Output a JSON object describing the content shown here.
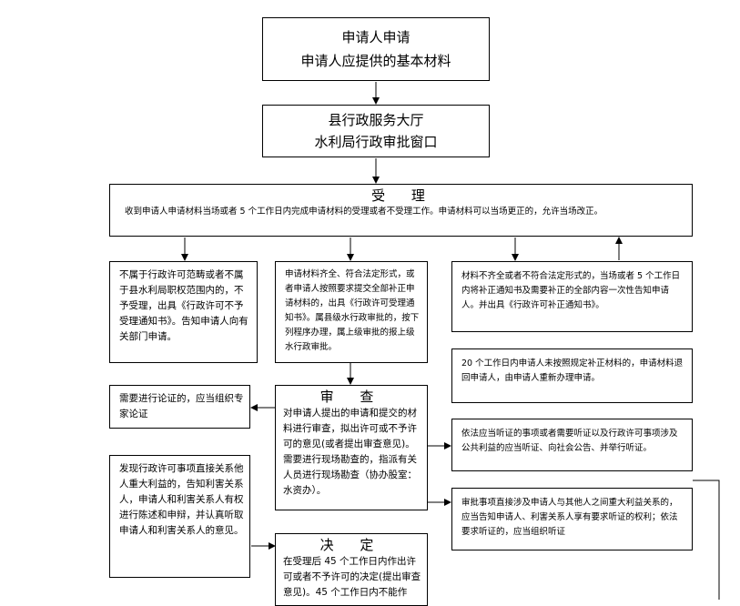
{
  "apply": {
    "line1": "申请人申请",
    "line2": "申请人应提供的基本材料"
  },
  "hall": {
    "line1": "县行政服务大厅",
    "line2": "水利局行政审批窗口"
  },
  "accept": {
    "title": "受 理",
    "text": "收到申请人申请材料当场或者 5 个工作日内完成申请材料的受理或者不受理工作。申请材料可以当场更正的，允许当场改正。"
  },
  "not_in_scope": {
    "text": "不属于行政许可范畴或者不属于县水利局职权范围内的，不予受理，出具《行政许可不予受理通知书》。告知申请人向有关部门申请。"
  },
  "complete": {
    "text": "申请材料齐全、符合法定形式，或者申请人按照要求提交全部补正申请材料的，出具《行政许可受理通知书》。属县级水行政审批的，按下列程序办理，属上级审批的报上级水行政审批。"
  },
  "incomplete": {
    "text": "材料不齐全或者不符合法定形式的，当场或者 5 个工作日内将补正通知书及需要补正的全部内容一次性告知申请人。并出具《行政许可补正通知书》。"
  },
  "returned": {
    "text": "20 个工作日内申请人未按照规定补正材料的，申请材料退回申请人，由申请人重新办理申请。"
  },
  "expert": {
    "text": "需要进行论证的，应当组织专家论证"
  },
  "review": {
    "title": "审 查",
    "text": "对申请人提出的申请和提交的材料进行审查，拟出许可或不予许可的意见(或者提出审查意见)。需要进行现场勘查的，指派有关人员进行现场勘查（协办股室：水资办）。"
  },
  "hearing": {
    "text": "依法应当听证的事项或者需要听证以及行政许可事项涉及公共利益的应当听证、向社会公告、并举行听证。"
  },
  "interest_right": {
    "text": "审批事项直接涉及申请人与其他人之间重大利益关系的，应当告知申请人、利害关系人享有要求听证的权利；依法要求听证的，应当组织听证"
  },
  "interest_left": {
    "text": "发现行政许可事项直接关系他人重大利益的，告知利害关系人，申请人和利害关系人有权进行陈述和申辩，并认真听取申请人和利害关系人的意见。"
  },
  "decision": {
    "title": "决 定",
    "text": "在受理后 45 个工作日内作出许可或者不予许可的决定(提出审查意见)。45 个工作日内不能作"
  }
}
